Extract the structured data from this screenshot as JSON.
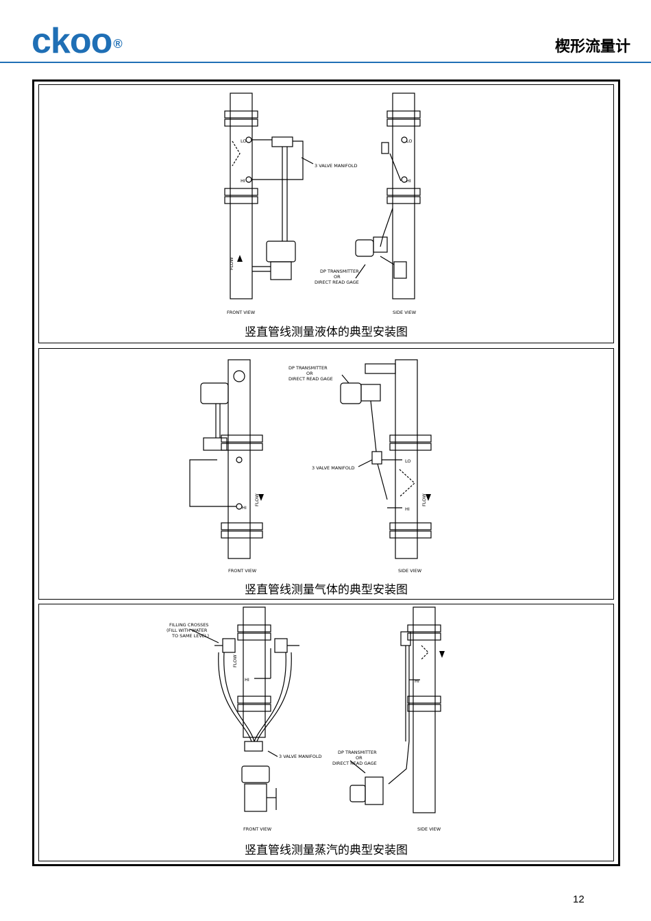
{
  "header": {
    "logo_text": "ckoo",
    "logo_mark": "®",
    "title": "楔形流量计",
    "brand_color": "#1f6fb5"
  },
  "panels": [
    {
      "caption": "竖直管线测量液体的典型安装图",
      "front_label": "FRONT VIEW",
      "side_label": "SIDE VIEW",
      "manifold_label": "3 VALVE MANIFOLD",
      "transmitter_label": [
        "DP TRANSMITTER",
        "OR",
        "DIRECT READ GAGE"
      ],
      "lo_label": "LO",
      "hi_label": "HI",
      "flow_label": "FLOW"
    },
    {
      "caption": "竖直管线测量气体的典型安装图",
      "front_label": "FRONT VIEW",
      "side_label": "SIDE VIEW",
      "manifold_label": "3 VALVE MANIFOLD",
      "transmitter_label": [
        "DP TRANSMITTER",
        "OR",
        "DIRECT READ GAGE"
      ],
      "lo_label": "LO",
      "hi_label": "HI",
      "flow_label": "FLOW"
    },
    {
      "caption": "竖直管线测量蒸汽的典型安装图",
      "front_label": "FRONT VIEW",
      "side_label": "SIDE VIEW",
      "manifold_label": "3 VALVE MANIFOLD",
      "transmitter_label": [
        "DP TRANSMITTER",
        "OR",
        "DIRECT READ GAGE"
      ],
      "filling_label": [
        "FILLING CROSSES",
        "(FILL WITH WATER",
        "TO SAME LEVEL)"
      ],
      "hi_label": "HI",
      "flow_label": "FLOW"
    }
  ],
  "page_number": "12"
}
